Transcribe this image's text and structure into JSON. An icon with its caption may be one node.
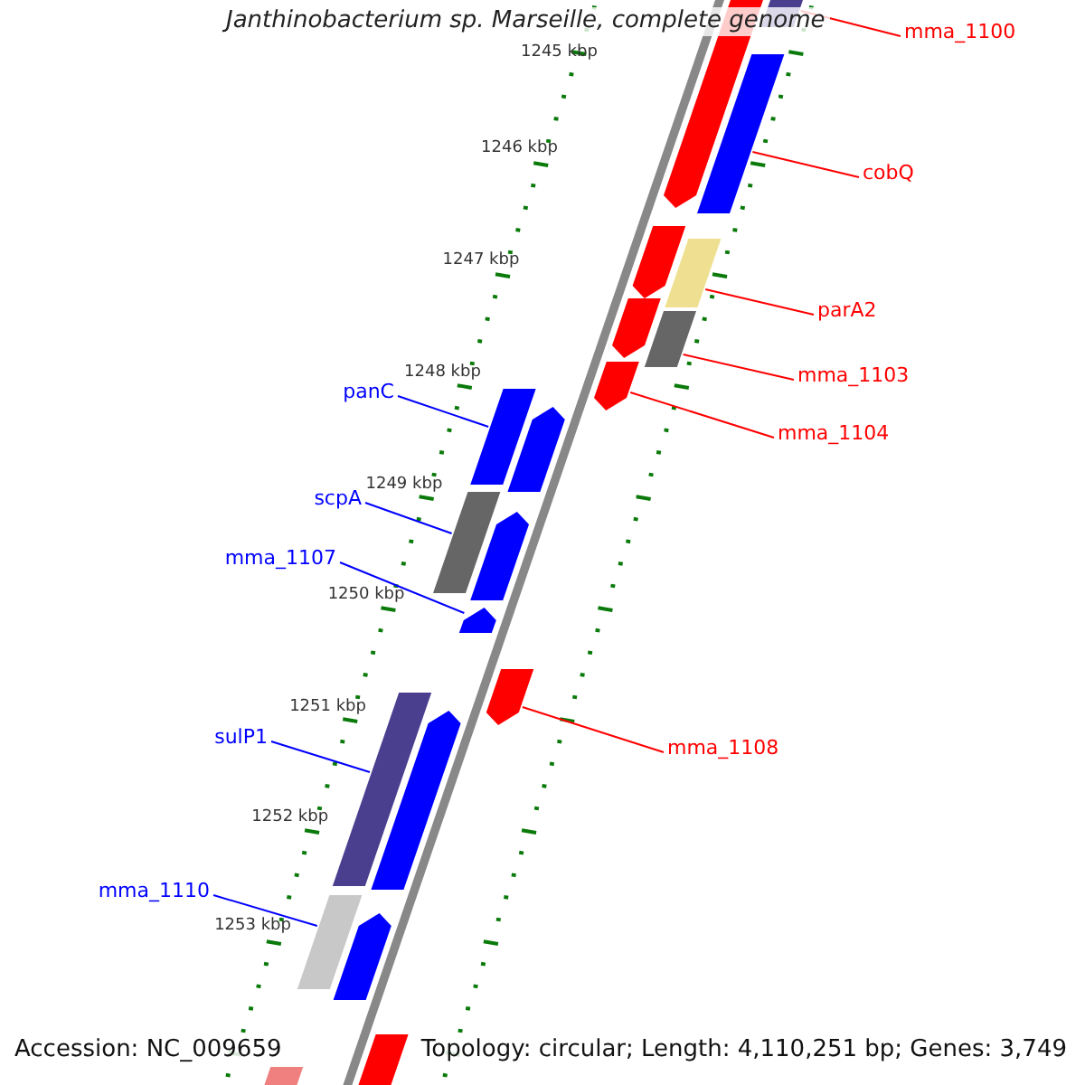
{
  "diagram": {
    "title": "Janthinobacterium sp. Marseille, complete genome",
    "nodes": [
      {
        "text": [
          "mma_1100"
        ]
      },
      {
        "text": [
          "cobQ"
        ]
      },
      {
        "text": [
          "parA2"
        ]
      },
      {
        "text": [
          "mma_1103"
        ]
      },
      {
        "text": [
          "panC"
        ]
      },
      {
        "text": [
          "mma_1104"
        ]
      },
      {
        "text": [
          "scpA"
        ]
      },
      {
        "text": [
          "mma_1107"
        ]
      },
      {
        "text": [
          "mma_1108"
        ]
      },
      {
        "text": [
          "sulP1"
        ]
      },
      {
        "text": [
          "mma_1110"
        ]
      },
      {
        "text": [],
        "shape": "bar"
      },
      {
        "text": [],
        "shape": "bar"
      },
      {
        "text": [],
        "shape": "bar"
      },
      {
        "text": [],
        "shape": "bar"
      },
      {
        "text": [],
        "shape": "bar"
      },
      {
        "text": [],
        "shape": "bar"
      },
      {
        "text": [],
        "shape": "bar"
      },
      {
        "text": [],
        "shape": "bar"
      },
      {
        "text": [],
        "shape": "bar"
      },
      {
        "text": [],
        "shape": "bar"
      },
      {
        "text": [],
        "shape": "bar"
      },
      {
        "text": [],
        "shape": "bar"
      },
      {
        "text": [],
        "shape": "bar"
      },
      {
        "text": [],
        "shape": "bar"
      },
      {
        "text": [],
        "shape": "bar"
      },
      {
        "text": [],
        "shape": "bar"
      },
      {
        "text": [],
        "shape": "bar"
      },
      {
        "text": [],
        "shape": "bar"
      },
      {
        "text": [],
        "shape": "bar"
      },
      {
        "text": [],
        "shape": "bar"
      }
    ],
    "edges": [
      {
        "from": 0,
        "to": 12,
        "arrow": "none"
      },
      {
        "from": 1,
        "to": 13,
        "arrow": "none"
      },
      {
        "from": 2,
        "to": 15,
        "arrow": "none"
      },
      {
        "from": 3,
        "to": 17,
        "arrow": "none"
      },
      {
        "from": 4,
        "to": 19,
        "arrow": "none",
        "color": "#0000ff"
      },
      {
        "from": 5,
        "to": 18,
        "arrow": "none"
      },
      {
        "from": 6,
        "to": 21,
        "arrow": "none",
        "color": "#0000ff"
      },
      {
        "from": 7,
        "to": 23,
        "arrow": "none",
        "color": "#0000ff"
      },
      {
        "from": 8,
        "to": 24,
        "arrow": "none"
      },
      {
        "from": 9,
        "to": 25,
        "arrow": "none",
        "color": "#0000ff"
      },
      {
        "from": 10,
        "to": 27,
        "arrow": "none",
        "color": "#0000ff"
      }
    ],
    "labels": [
      "1245 kbp",
      "1246 kbp",
      "1247 kbp",
      "1248 kbp",
      "1249 kbp",
      "1250 kbp",
      "1251 kbp",
      "1252 kbp",
      "1253 kbp",
      "Accession: NC_009659",
      "Topology: circular; Length: 4,110,251 bp; Genes: 3,749"
    ]
  }
}
